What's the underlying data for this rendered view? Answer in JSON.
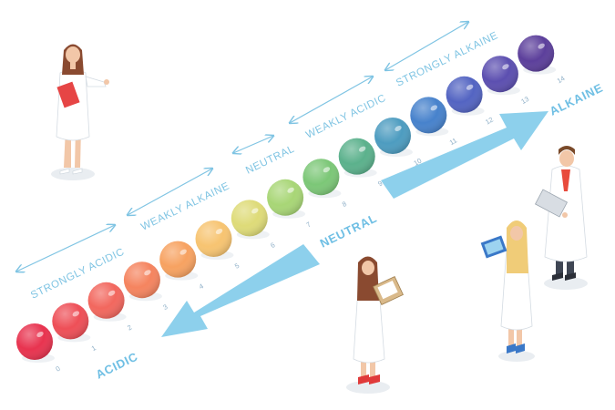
{
  "scale": {
    "numbers": [
      "0",
      "1",
      "2",
      "3",
      "4",
      "5",
      "6",
      "7",
      "8",
      "9",
      "10",
      "11",
      "12",
      "13",
      "14"
    ],
    "colors": [
      "#e8334f",
      "#ee4f57",
      "#f2675e",
      "#f5845f",
      "#f7a261",
      "#f7c471",
      "#dedb78",
      "#a8d676",
      "#7cc777",
      "#5bb18c",
      "#4d9cc0",
      "#4782cc",
      "#5364c2",
      "#5c4fb0",
      "#5c3f9b"
    ]
  },
  "range_labels": {
    "strongly_acidic": "STRONGLY ACIDIC",
    "weakly_alkaine": "WEAKLY ALKAINE",
    "neutral": "NEUTRAL",
    "weakly_acidic": "WEAKLY ACIDIC",
    "strongly_alkaine": "STRONGLY ALKAINE"
  },
  "arrows": {
    "acidic": "ACIDIC",
    "neutral": "NEUTRAL",
    "alkaine": "ALKAINE"
  },
  "colors": {
    "arrow": "#8dd0ec",
    "label": "#7fc4e3",
    "coat": "#ffffff",
    "shadow": "#e9edf1"
  }
}
